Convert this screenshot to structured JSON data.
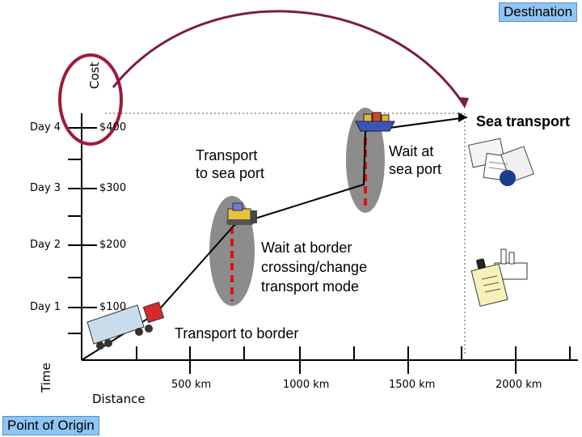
{
  "destination_label": "Destination",
  "origin_label": "Point of Origin",
  "axis": {
    "cost_label": "Cost",
    "time_label": "Time",
    "distance_label": "Distance"
  },
  "time_ticks": [
    "Day 4",
    "Day 3",
    "Day 2",
    "Day 1"
  ],
  "cost_ticks": [
    "$400",
    "$300",
    "$200",
    "$100"
  ],
  "distance_ticks": [
    "500 km",
    "1000 km",
    "1500 km",
    "2000 km"
  ],
  "annotations": {
    "sea_transport": "Sea transport",
    "transport_to_sea_port": [
      "Transport",
      "to sea port"
    ],
    "wait_at_sea_port": [
      "Wait at",
      "sea port"
    ],
    "wait_at_border": [
      "Wait at border",
      "crossing/change",
      "transport mode"
    ],
    "transport_to_border": "Transport to border"
  },
  "colors": {
    "label_box": "#8fc5f2",
    "arrow": "#7a1f3d",
    "circle": "#a01a3a",
    "wait_ellipse": "#8c8c8c",
    "wait_dash": "#e01010"
  },
  "icons": [
    "truck-icon",
    "bulldozer-icon",
    "cargo-ship-icon",
    "documents-icon",
    "factory-clipboard-icon"
  ]
}
